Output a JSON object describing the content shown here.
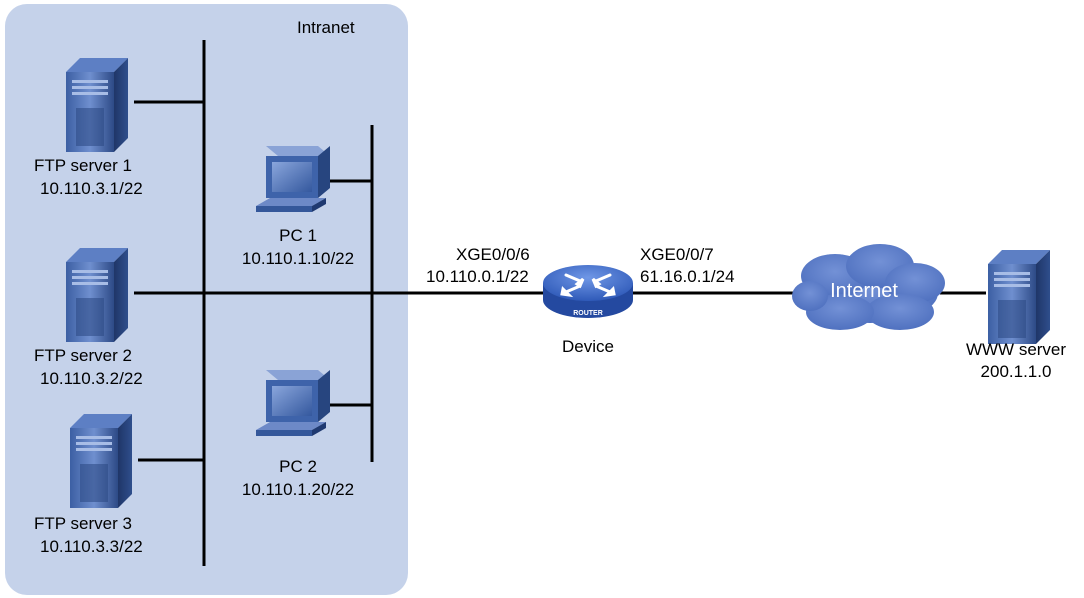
{
  "intranet": {
    "label": "Intranet",
    "fill": "#c5d2ea"
  },
  "ftp_servers": [
    {
      "name": "FTP server 1",
      "ip": "10.110.3.1/22"
    },
    {
      "name": "FTP server 2",
      "ip": "10.110.3.2/22"
    },
    {
      "name": "FTP server 3",
      "ip": "10.110.3.3/22"
    }
  ],
  "pcs": [
    {
      "name": "PC 1",
      "ip": "10.110.1.10/22"
    },
    {
      "name": "PC 2",
      "ip": "10.110.1.20/22"
    }
  ],
  "device": {
    "name": "Device",
    "badge": "ROUTER",
    "left_interface": {
      "name": "XGE0/0/6",
      "ip": "10.110.0.1/22"
    },
    "right_interface": {
      "name": "XGE0/0/7",
      "ip": "61.16.0.1/24"
    }
  },
  "internet": {
    "label": "Internet",
    "fill": "#4f74c4"
  },
  "www_server": {
    "name": "WWW server",
    "ip": "200.1.1.0"
  },
  "colors": {
    "line": "#000000",
    "server_dark": "#2b4b86",
    "server_mid": "#4a6fb3",
    "router": "#3b66c4"
  }
}
